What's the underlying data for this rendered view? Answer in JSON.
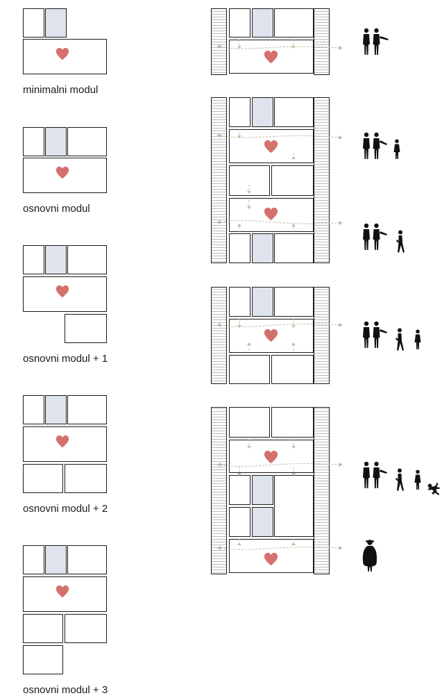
{
  "labels": {
    "minimal": "minimalni modul",
    "basic": "osnovni modul",
    "basic_plus_1": "osnovni modul + 1",
    "basic_plus_2": "osnovni modul + 2",
    "basic_plus_3": "osnovni modul + 3"
  },
  "colors": {
    "outline": "#1a1a1a",
    "highlight_fill": "#dfe3ee",
    "heart": "#d4706d",
    "arrow": "#c8b8a0",
    "people": "#111111"
  },
  "icons": {
    "heart": "heart-icon",
    "person": "person-icon",
    "flow_arrow": "circulation-arrow-icon"
  }
}
